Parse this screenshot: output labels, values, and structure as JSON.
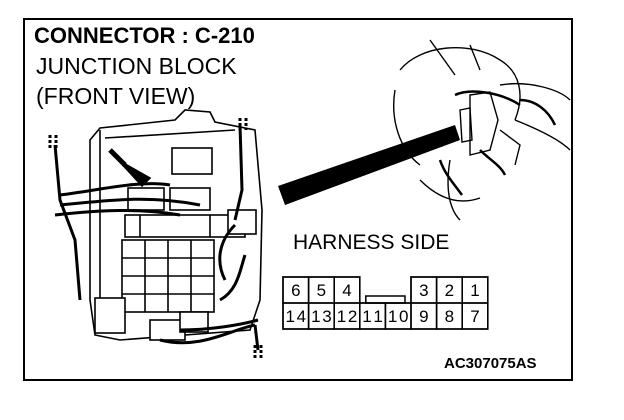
{
  "title": "CONNECTOR : C-210",
  "subtitle_line1": "JUNCTION BLOCK",
  "subtitle_line2": "(FRONT VIEW)",
  "view_label": "HARNESS SIDE",
  "diagram_code": "AC307075AS",
  "connector": {
    "top_row": [
      "6",
      "5",
      "4",
      "",
      "",
      "3",
      "2",
      "1"
    ],
    "bottom_row": [
      "14",
      "13",
      "12",
      "11",
      "10",
      "9",
      "8",
      "7"
    ]
  }
}
